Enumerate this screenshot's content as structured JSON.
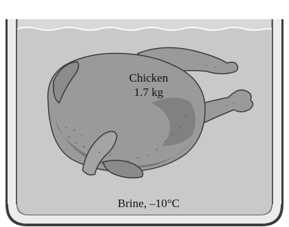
{
  "diagram": {
    "object": {
      "name_label": "Chicken",
      "mass_label": "1.7 kg"
    },
    "medium": {
      "label": "Brine, –10°C"
    }
  },
  "colors": {
    "brine": "#c9c9c9",
    "container_wall": "#5a5a5a",
    "container_inner": "#dadada",
    "chicken_body": "#9a9a9a",
    "chicken_shadow": "#6f6f6f",
    "chicken_outline": "#3a3a3a"
  }
}
